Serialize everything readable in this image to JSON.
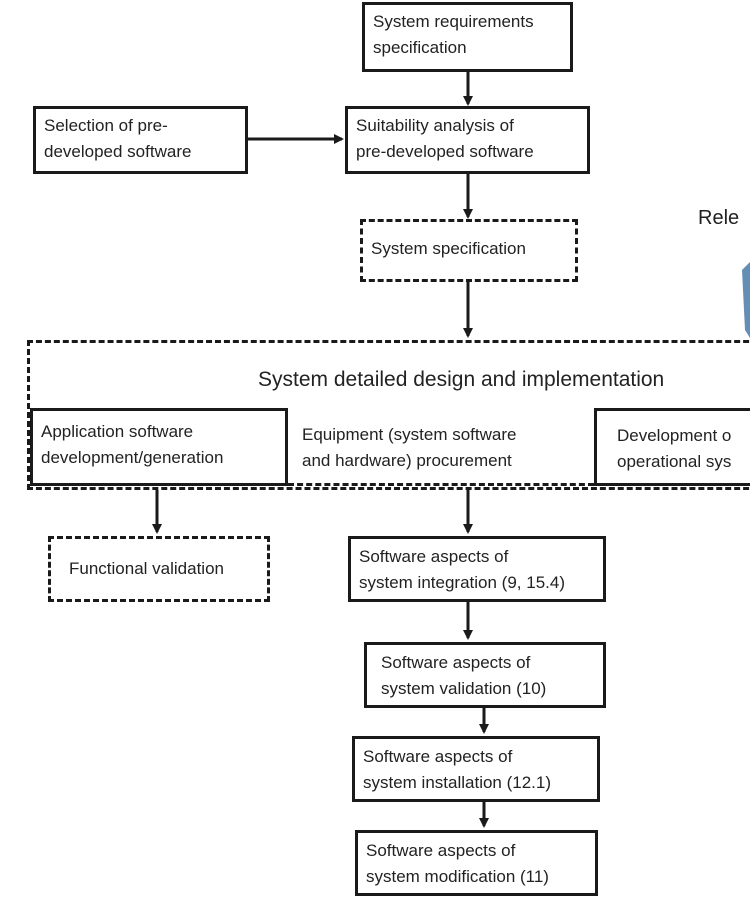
{
  "boxes": {
    "sys_req": [
      "System requirements",
      "specification"
    ],
    "selection": [
      "Selection of  pre-",
      "developed software"
    ],
    "suitability": [
      "Suitability analysis of",
      "pre-developed software"
    ],
    "sys_spec": [
      "System specification"
    ],
    "detailed_design_title": "System detailed design and implementation",
    "app_sw": [
      "Application software",
      "development/generation"
    ],
    "equipment": [
      "Equipment (system software",
      "and hardware) procurement"
    ],
    "development_partial": [
      "Development o",
      "operational sys"
    ],
    "functional_validation": [
      "Functional validation"
    ],
    "integration": [
      "Software aspects of",
      "system integration (9, 15.4)"
    ],
    "validation": [
      "Software aspects of",
      "system validation (10)"
    ],
    "installation": [
      "Software aspects of",
      "system installation (12.1)"
    ],
    "modification": [
      "Software aspects of",
      "system modification (11)"
    ]
  },
  "edge_text": "Rele",
  "colors": {
    "stroke": "#1a1a1a",
    "text": "#222222",
    "accent_shape": "#4a7aa8"
  }
}
